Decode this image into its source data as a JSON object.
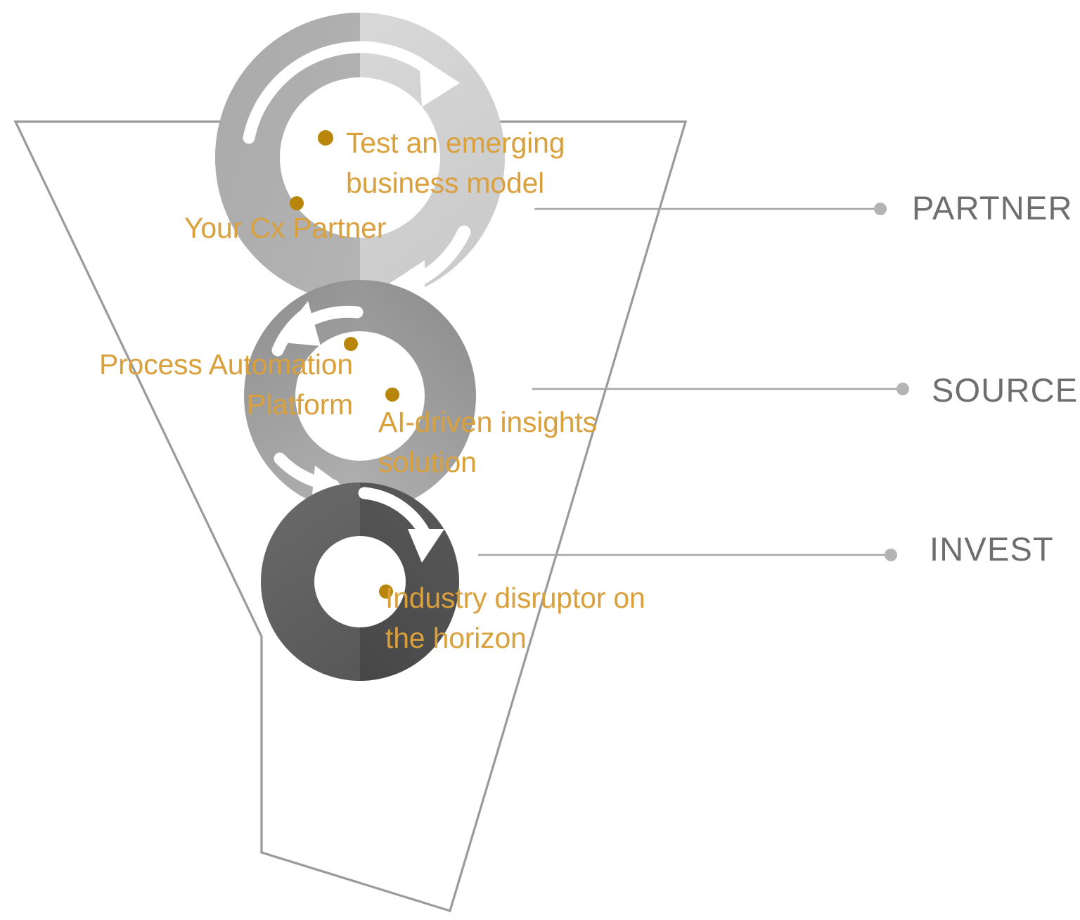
{
  "diagram": {
    "type": "funnel-with-cycle-rings",
    "title_visible": false,
    "colors": {
      "callout_text": "#d9a03c",
      "bullet": "#b8860b",
      "stage_label": "#6e6e6e",
      "funnel_outline": "#9a9a9a",
      "connector_line": "#a6a6a6",
      "connector_dot": "#b3b3b3",
      "ring_top_light": "#d6d6d6",
      "ring_top_dark": "#a8a8a8",
      "ring_mid_light": "#b9b9b9",
      "ring_mid_dark": "#7c7c7c",
      "ring_bottom_light": "#6f6f6f",
      "ring_bottom_dark": "#4a4a4a",
      "arrow": "#ffffff"
    }
  },
  "callouts": [
    {
      "id": "cx-partner",
      "text": "Your Cx Partner",
      "bullet": true
    },
    {
      "id": "test-model",
      "text": "Test an emerging\nbusiness model",
      "bullet": true
    },
    {
      "id": "process-plat",
      "text": "Process Automation\nPlatform",
      "bullet": true
    },
    {
      "id": "ai-insights",
      "text": "AI-driven insights\nsolution",
      "bullet": true
    },
    {
      "id": "industry",
      "text": "Industry disruptor on\nthe horizon",
      "bullet": true
    }
  ],
  "stages": [
    {
      "id": "partner",
      "label": "PARTNER"
    },
    {
      "id": "source",
      "label": "SOURCE"
    },
    {
      "id": "invest",
      "label": "INVEST"
    }
  ],
  "rings": [
    {
      "id": "ring-partner",
      "stage": "PARTNER",
      "shade": "light",
      "rotation": "clockwise"
    },
    {
      "id": "ring-source",
      "stage": "SOURCE",
      "shade": "medium",
      "rotation": "clockwise"
    },
    {
      "id": "ring-invest",
      "stage": "INVEST",
      "shade": "dark",
      "rotation": "clockwise"
    }
  ]
}
